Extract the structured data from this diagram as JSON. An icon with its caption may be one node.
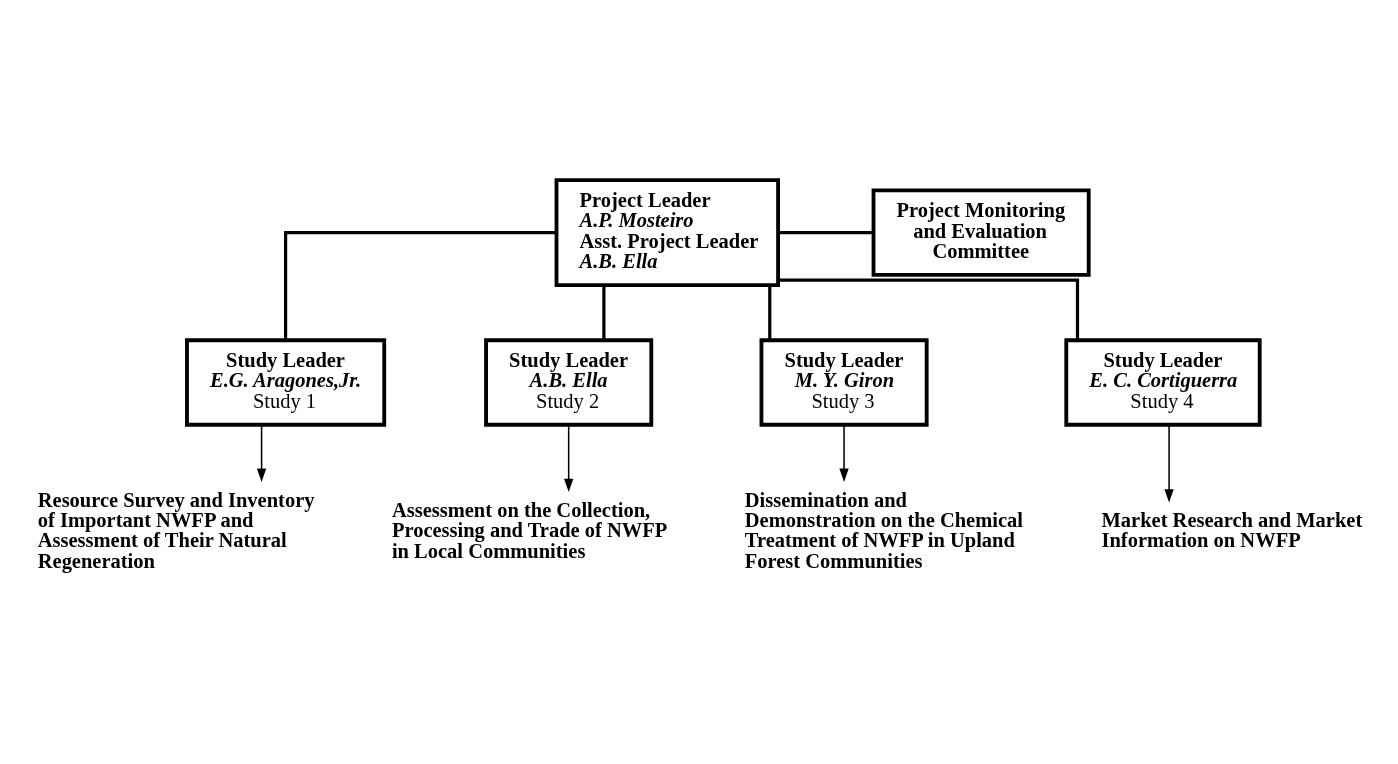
{
  "diagram": {
    "nodes": [
      {
        "text": [
          "Project Leader",
          "A.P. Mosteiro",
          "Asst. Project Leader",
          "A.B. Ella"
        ]
      },
      {
        "text": [
          "Project Monitoring and Evaluation Committee"
        ]
      },
      {
        "text": [
          "Study Leader",
          "E.G. Aragones,Jr.",
          "Study 1"
        ]
      },
      {
        "text": [
          "Study Leader",
          "A.B. Ella",
          "Study 2"
        ]
      },
      {
        "text": [
          "Study Leader",
          "M. Y. Giron",
          "Study 3"
        ]
      },
      {
        "text": [
          "Study Leader",
          "E. C. Cortiguerra",
          "Study 4"
        ]
      },
      {
        "text": [
          "Resource Survey and Inventory of Important NWFP and Assessment of Their Natural Regeneration"
        ]
      },
      {
        "text": [
          "Assessment on the Collection, Processing and Trade of NWFP in Local Communities"
        ]
      },
      {
        "text": [
          "Dissemination and Demonstration on the Chemical Treatment of NWFP in Upland Forest Communities"
        ]
      },
      {
        "text": [
          "Market Research and Market Information on NWFP"
        ]
      }
    ],
    "edges": [
      {
        "from": 0,
        "to": 1,
        "arrow": "none"
      },
      {
        "from": 0,
        "to": 2,
        "arrow": "none"
      },
      {
        "from": 0,
        "to": 3,
        "arrow": "none"
      },
      {
        "from": 0,
        "to": 4,
        "arrow": "none"
      },
      {
        "from": 0,
        "to": 5,
        "arrow": "none"
      },
      {
        "from": 2,
        "to": 6,
        "arrow": "to"
      },
      {
        "from": 3,
        "to": 7,
        "arrow": "to"
      },
      {
        "from": 4,
        "to": 8,
        "arrow": "to"
      },
      {
        "from": 5,
        "to": 9,
        "arrow": "to"
      }
    ]
  }
}
